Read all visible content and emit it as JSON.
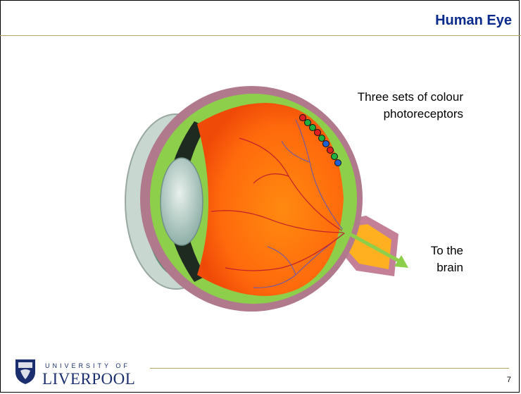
{
  "slide": {
    "title": "Human Eye",
    "page_number": "7"
  },
  "labels": {
    "photoreceptors": [
      "Three sets of colour",
      "photoreceptors"
    ],
    "brain": [
      "To the",
      "brain"
    ]
  },
  "logo": {
    "line1": "UNIVERSITY OF",
    "line2": "LIVERPOOL"
  },
  "colors": {
    "title": "#0a2a8c",
    "retina": "#8dcf4a",
    "sclera": "#b07a8c",
    "vitreous": "#ff6a10",
    "receptor_red": "#e02020",
    "receptor_green": "#20b040",
    "receptor_blue": "#2060d0"
  },
  "receptors": [
    "red",
    "green",
    "green",
    "red",
    "green",
    "blue",
    "red",
    "green",
    "blue"
  ]
}
